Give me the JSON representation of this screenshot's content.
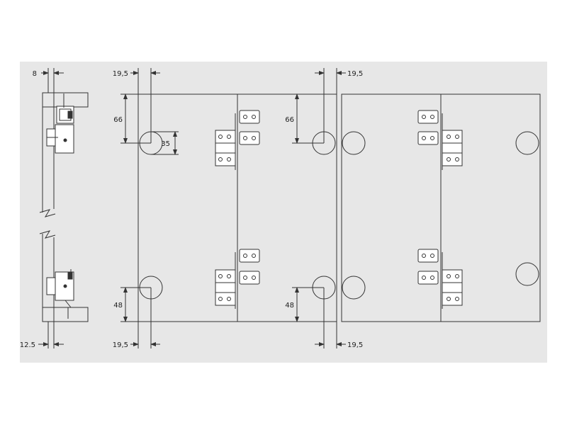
{
  "colors": {
    "background": "#e7e7e7",
    "page": "#ffffff",
    "line": "#333333",
    "panel_fill": "#e7e7e7"
  },
  "dimensions": {
    "side_top": "8",
    "side_bottom": "12.5",
    "top_left": "19,5",
    "top_right": "19,5",
    "bottom_left": "19,5",
    "bottom_right": "19,5",
    "vertical_top_left": "66",
    "vertical_top_mid": "66",
    "hole_diameter": "35",
    "vertical_bottom_left": "48",
    "vertical_bottom_mid": "48"
  },
  "icons": {
    "hinge": "hinge-icon",
    "cup_hole": "cup-hole-icon",
    "clamp": "clamp-icon"
  }
}
